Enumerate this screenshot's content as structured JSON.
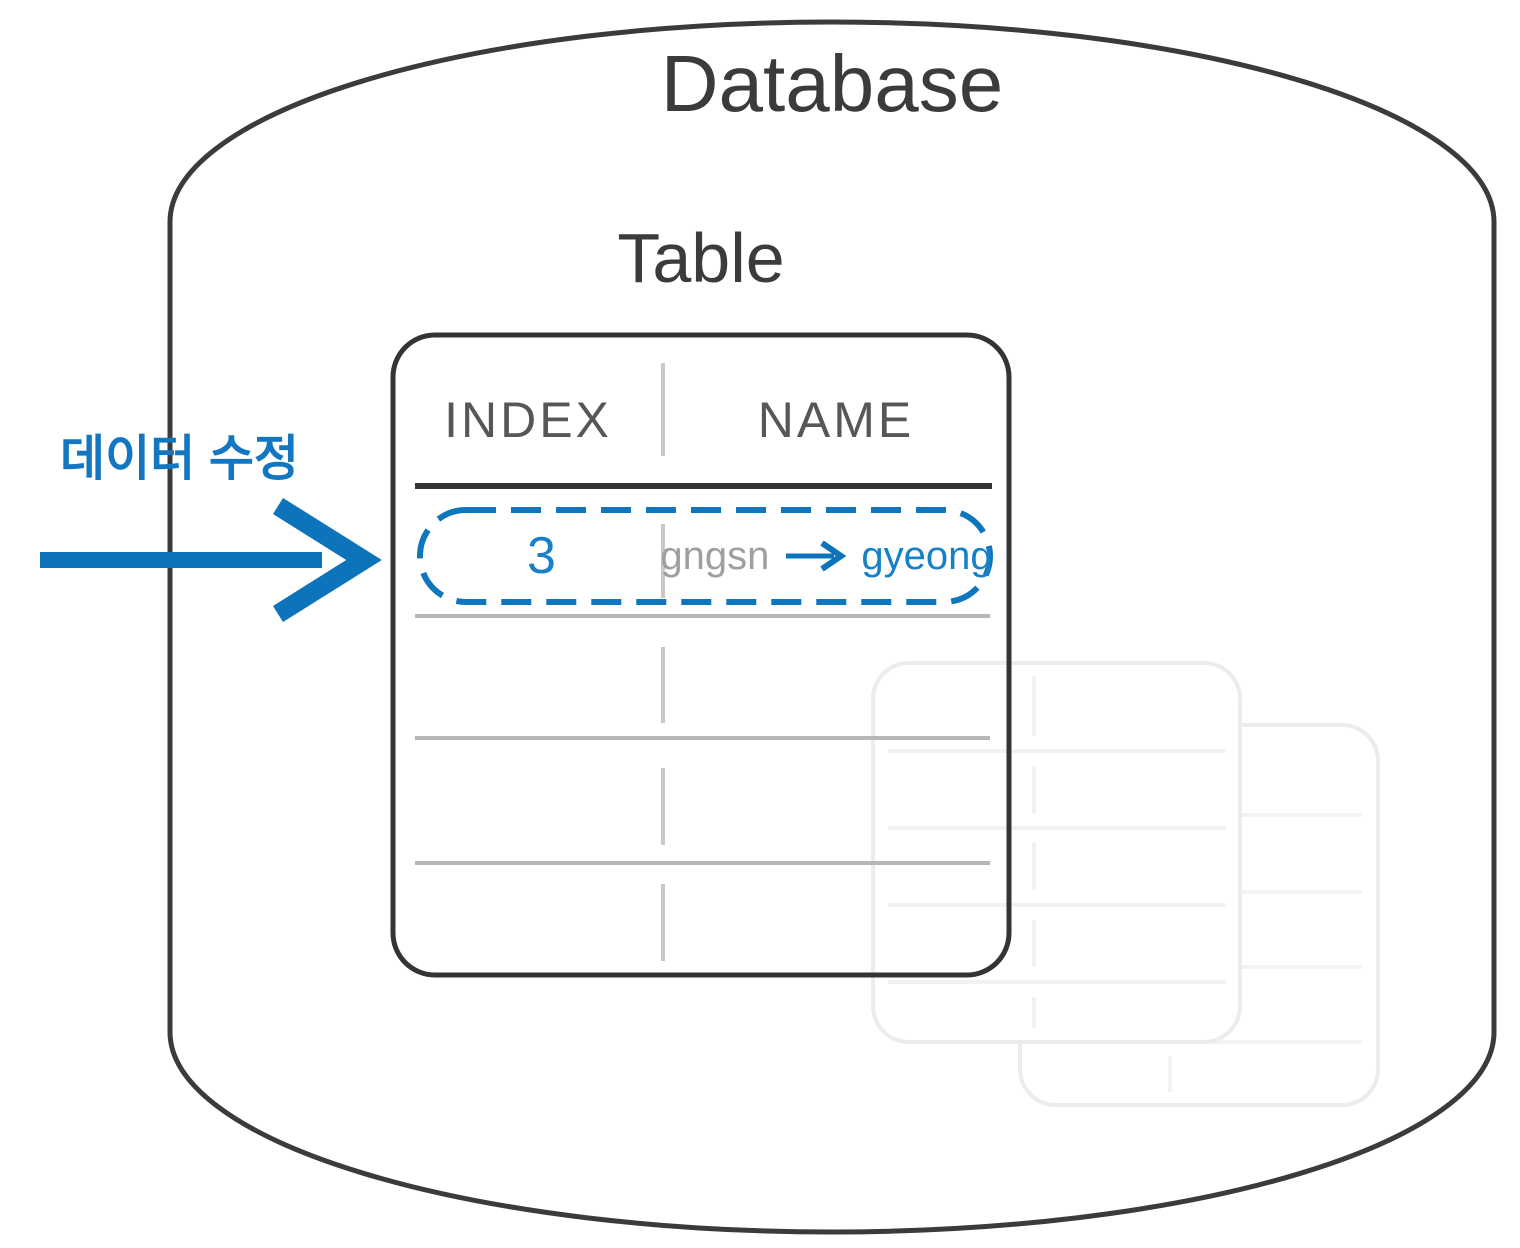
{
  "diagram": {
    "database_label": "Database",
    "table_label": "Table"
  },
  "table": {
    "columns": [
      {
        "label": "INDEX"
      },
      {
        "label": "NAME"
      }
    ],
    "highlighted_row": {
      "index": "3",
      "old_name": "gngsn",
      "new_name": "gyeong"
    },
    "empty_rows": 3
  },
  "annotation": {
    "label": "데이터 수정"
  },
  "icons": {
    "update_arrow": "→",
    "rename_arrow": "→"
  },
  "colors": {
    "accent_blue": "#0d74bb",
    "value_blue": "#1780c6",
    "annotation_blue": "#1276c1",
    "outline_dark": "#3b3b3b",
    "header_text": "#575757",
    "muted_text": "#9f9f9f",
    "row_line_gray": "#b7b7b7",
    "divider_gray": "#c8c8c8",
    "ghost_gray": "#ececec"
  }
}
